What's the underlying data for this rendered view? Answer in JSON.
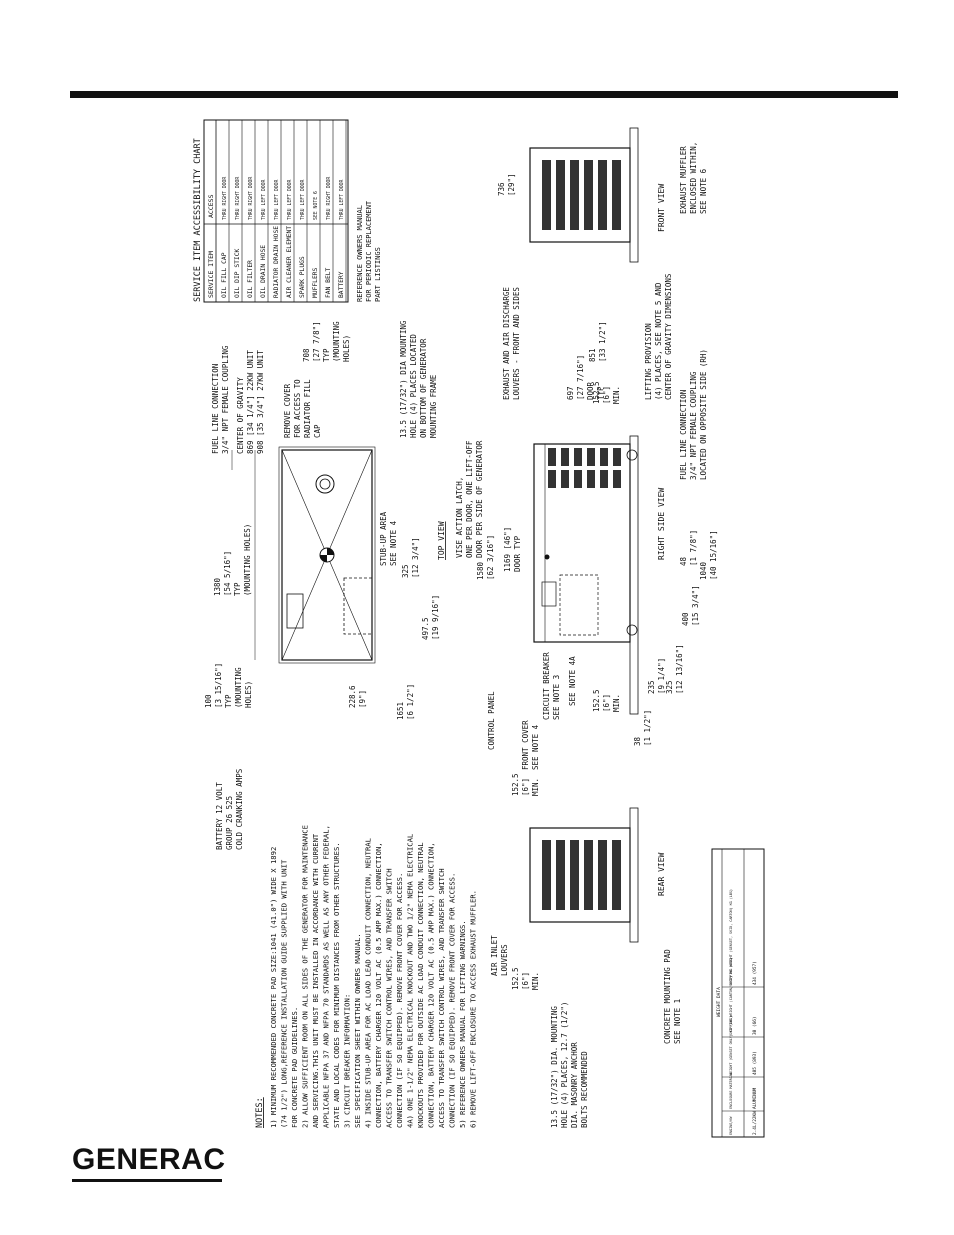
{
  "brand": {
    "logo": "GENERAC"
  },
  "colors": {
    "ink": "#111111",
    "paper": "#ffffff"
  },
  "notes": {
    "heading": "NOTES:",
    "lines": [
      "1)  MINIMUM RECOMMENDED CONCRETE PAD SIZE:1041 (41.0\") WIDE X 1892",
      "     (74 1/2\") LONG,REFERENCE INSTALLATION GUIDE SUPPLIED WITH UNIT",
      "     FOR CONCRETE PAD GUIDELINES.",
      "2)  ALLOW SUFFICIENT ROOM ON ALL SIDES OF THE GENERATOR FOR MAINTENANCE",
      "     AND SERVICING.THIS UNIT MUST BE INSTALLED IN ACCORDANCE WITH CURRENT",
      "     APPLICABLE NFPA 37 AND NFPA 70 STANDARDS AS WELL AS ANY OTHER FEDERAL,",
      "     STATE AND LOCAL CODES FOR MINIMUM DISTANCES FROM OTHER STRUCTURES.",
      "3)  CIRCUIT BREAKER INFORMATION:",
      "     SEE SPECIFICATION SHEET WITHIN OWNERS MANUAL.",
      "4)  INSIDE STUB-UP AREA FOR AC LOAD LEAD CONDUIT CONNECTION, NEUTRAL",
      "     CONNECTION, BATTERY CHARGER 120 VOLT AC (0.5 AMP MAX.) CONNECTION,",
      "     ACCESS TO TRANSFER SWITCH CONTROL WIRES, AND TRANSFER SWITCH",
      "     CONNECTION (IF SO EQUIPPED). REMOVE FRONT COVER FOR ACCESS.",
      "4A) ONE 1-1/2\" NEMA ELECTRICAL KNOCKOUT AND TWO 1/2\" NEMA ELECTRICAL",
      "     KNOCKOUTS PROVIDED FOR OUTSIDE AC LOAD CONDUIT CONNECTION, NEUTRAL",
      "     CONNECTION, BATTERY CHARGER 120 VOLT AC (0.5 AMP MAX.) CONNECTION,",
      "     ACCESS TO TRANSFER SWITCH CONTROL WIRES, AND TRANSFER SWITCH",
      "     CONNECTION (IF SO EQUIPPED). REMOVE FRONT COVER FOR ACCESS.",
      "5)  REFERENCE OWNERS MANUAL FOR LIFTING WARNINGS.",
      "6)  REMOVE LIFT-OFF ENCLOSURE TO ACCESS EXHAUST MUFFLER."
    ]
  },
  "service_chart": {
    "title": "SERVICE ITEM ACCESSIBILITY CHART",
    "headers": [
      "SERVICE ITEM",
      "ACCESS"
    ],
    "rows": [
      [
        "OIL FILL CAP",
        "THRU RIGHT DOOR"
      ],
      [
        "OIL DIP STICK",
        "THRU RIGHT DOOR"
      ],
      [
        "OIL FILTER",
        "THRU RIGHT DOOR"
      ],
      [
        "OIL DRAIN HOSE",
        "THRU LEFT DOOR"
      ],
      [
        "RADIATOR DRAIN HOSE",
        "THRU LEFT DOOR"
      ],
      [
        "AIR CLEANER ELEMENT",
        "THRU LEFT DOOR"
      ],
      [
        "SPARK PLUGS",
        "THRU LEFT DOOR"
      ],
      [
        "MUFFLERS",
        "SEE NOTE 6"
      ],
      [
        "FAN BELT",
        "THRU RIGHT DOOR"
      ],
      [
        "BATTERY",
        "THRU LEFT DOOR"
      ]
    ],
    "footer": [
      "REFERENCE OWNERS MANUAL",
      "FOR PERIODIC REPLACEMENT",
      "PART LISTINGS"
    ]
  },
  "weight_table": {
    "title": "WEIGHT DATA",
    "headers": [
      "ENGINE/KW",
      "ENCLOSURE MATERIAL",
      "WEIGHT (GENSET ONLY) KG (LBS)",
      "SHIPPING WEIGHT (CARTON/SKID) KG (LBS)",
      "SHIPPING WEIGHT (GENSET, SKID, CARTON) KG (LBS)"
    ],
    "row": [
      "2.4L/22KW",
      "ALUMINUM",
      "405 (893)",
      "30 (66)",
      "434 (957)"
    ]
  },
  "top_view": {
    "title": "TOP VIEW",
    "battery": [
      "BATTERY 12 VOLT",
      "GROUP 26 525",
      "COLD CRANKING AMPS"
    ],
    "fuel_line": [
      "FUEL LINE CONNECTION",
      "3/4\" NPT FEMALE COUPLING"
    ],
    "cog": [
      "CENTER OF GRAVITY",
      "869 [34 1/4\"] 22KW UNIT",
      "908 [35 3/4\"] 27KW UNIT"
    ],
    "radiator": [
      "REMOVE COVER",
      "FOR ACCESS TO",
      "RADIATOR FILL",
      "CAP"
    ],
    "mounting": [
      "13.5 (17/32\") DIA MOUNTING",
      "HOLE (4) PLACES LOCATED",
      "ON BOTTOM OF GENERATOR",
      "MOUNTING FRAME"
    ],
    "stub_up": [
      "STUB-UP AREA",
      "SEE NOTE 4"
    ],
    "dims": {
      "d1380": [
        "1380",
        "[54 5/16\"]",
        "TYP",
        "(MOUNTING HOLES)"
      ],
      "d100": [
        "100",
        "[3 15/16\"]",
        "TYP",
        "(MOUNTING",
        "HOLES)"
      ],
      "d708": [
        "708",
        "[27 7/8\"]",
        "TYP",
        "(MOUNTING",
        "HOLES)"
      ],
      "d228": [
        "228.6",
        "[9\"]"
      ],
      "d1651": [
        "1651",
        "[6 1/2\"]"
      ],
      "d4975": [
        "497.5",
        "[19 9/16\"]"
      ],
      "d325": [
        "325",
        "[12 3/4\"]"
      ]
    }
  },
  "right_side_view": {
    "title": "RIGHT SIDE VIEW",
    "vise": [
      "VISE ACTION LATCH,",
      "ONE PER DOOR, ONE LIFT-OFF",
      "DOOR PER SIDE OF GENERATOR"
    ],
    "exhaust": [
      "EXHAUST AND AIR DISCHARGE",
      "LOUVERS - FRONT AND SIDES"
    ],
    "lifting": [
      "LIFTING PROVISION",
      "(4) PLACES, SEE NOTE 5 AND",
      "CENTER OF GRAVITY DIMENSIONS"
    ],
    "fuel": [
      "FUEL LINE CONNECTION",
      "3/4\" NPT FEMALE COUPLING",
      "LOCATED ON OPPOSITE SIDE (RH)"
    ],
    "control_panel": "CONTROL PANEL",
    "front_cover": [
      "FRONT COVER",
      "SEE NOTE 4"
    ],
    "breaker": [
      "CIRCUIT BREAKER",
      "SEE NOTE 3"
    ],
    "see4a": "SEE NOTE 4A",
    "dims": {
      "d1580": [
        "1580",
        "[62 3/16\"]"
      ],
      "d1169": [
        "1169 [46\"]",
        "DOOR TYP"
      ],
      "d697": [
        "697",
        "[27 7/16\"]",
        "DOOR",
        "TYP"
      ],
      "d851": [
        "851",
        "[33 1/2\"]"
      ],
      "d1525a": [
        "152.5",
        "[6\"]",
        "MIN."
      ],
      "d1525b": [
        "152.5",
        "[6\"]",
        "MIN."
      ],
      "d38": [
        "38",
        "[1 1/2\"]"
      ],
      "d235": [
        "235",
        "[9 1/4\"]"
      ],
      "d325": [
        "325",
        "[12 13/16\"]"
      ],
      "d400": [
        "400",
        "[15 3/4\"]"
      ],
      "d48": [
        "48",
        "[1 7/8\"]"
      ],
      "d1040": [
        "1040",
        "[40 15/16\"]"
      ]
    }
  },
  "front_view": {
    "title": "FRONT VIEW",
    "muffler": [
      "EXHAUST MUFFLER",
      "ENCLOSED WITHIN,",
      "SEE NOTE 6"
    ],
    "d736": [
      "736",
      "[29\"]"
    ]
  },
  "rear_view": {
    "title": "REAR VIEW",
    "air_inlet": [
      "AIR INLET",
      "LOUVERS"
    ],
    "pad": [
      "CONCRETE MOUNTING PAD",
      "SEE NOTE 1"
    ],
    "mounting": [
      "13.5 (17/32\") DIA. MOUNTING",
      "HOLE (4) PLACES, 12.7 (1/2\")",
      "DIA. MASONRY ANCHOR",
      "BOLTS RECOMMENDED"
    ],
    "d1525a": [
      "152.5",
      "[6\"]",
      "MIN."
    ],
    "d1525b": [
      "152.5",
      "[6\"]",
      "MIN."
    ]
  }
}
